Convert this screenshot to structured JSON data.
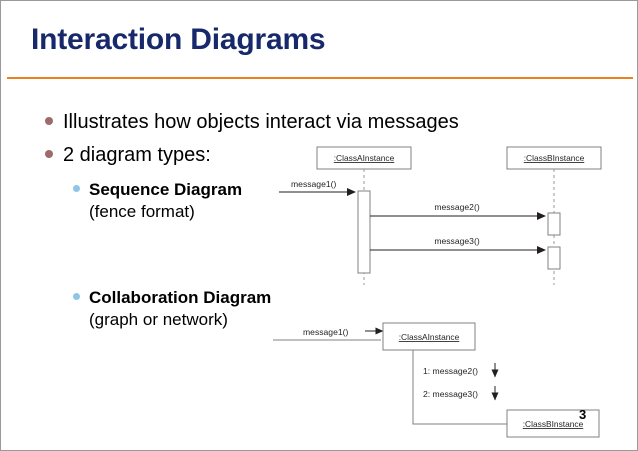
{
  "slide": {
    "title": "Interaction Diagrams",
    "number": "3",
    "accent_color": "#e8831f",
    "title_color": "#17296b",
    "bullet_l1_color": "#9e6b6b",
    "bullet_l2_color": "#8ec6ea"
  },
  "bullets": [
    {
      "level": 1,
      "text": "Illustrates how objects interact via messages"
    },
    {
      "level": 1,
      "text": "2 diagram types:"
    },
    {
      "level": 2,
      "heading": "Sequence Diagram",
      "sub": "(fence format)"
    },
    {
      "level": 2,
      "heading": "Collaboration Diagram",
      "sub": "(graph or network)"
    }
  ],
  "sequence_diagram": {
    "lifelines": [
      {
        "name": ":ClassAInstance"
      },
      {
        "name": ":ClassBInstance"
      }
    ],
    "messages": [
      {
        "label": "message1()",
        "from": "external",
        "to": ":ClassAInstance"
      },
      {
        "label": "message2()",
        "from": ":ClassAInstance",
        "to": ":ClassBInstance"
      },
      {
        "label": "message3()",
        "from": ":ClassAInstance",
        "to": ":ClassBInstance"
      }
    ]
  },
  "collaboration_diagram": {
    "objects": [
      {
        "name": ":ClassAInstance"
      },
      {
        "name": ":ClassBInstance"
      }
    ],
    "messages": [
      {
        "label": "message1()",
        "from": "external",
        "to": ":ClassAInstance"
      },
      {
        "label": "1: message2()",
        "from": ":ClassAInstance",
        "to": ":ClassBInstance"
      },
      {
        "label": "2: message3()",
        "from": ":ClassAInstance",
        "to": ":ClassBInstance"
      }
    ]
  }
}
